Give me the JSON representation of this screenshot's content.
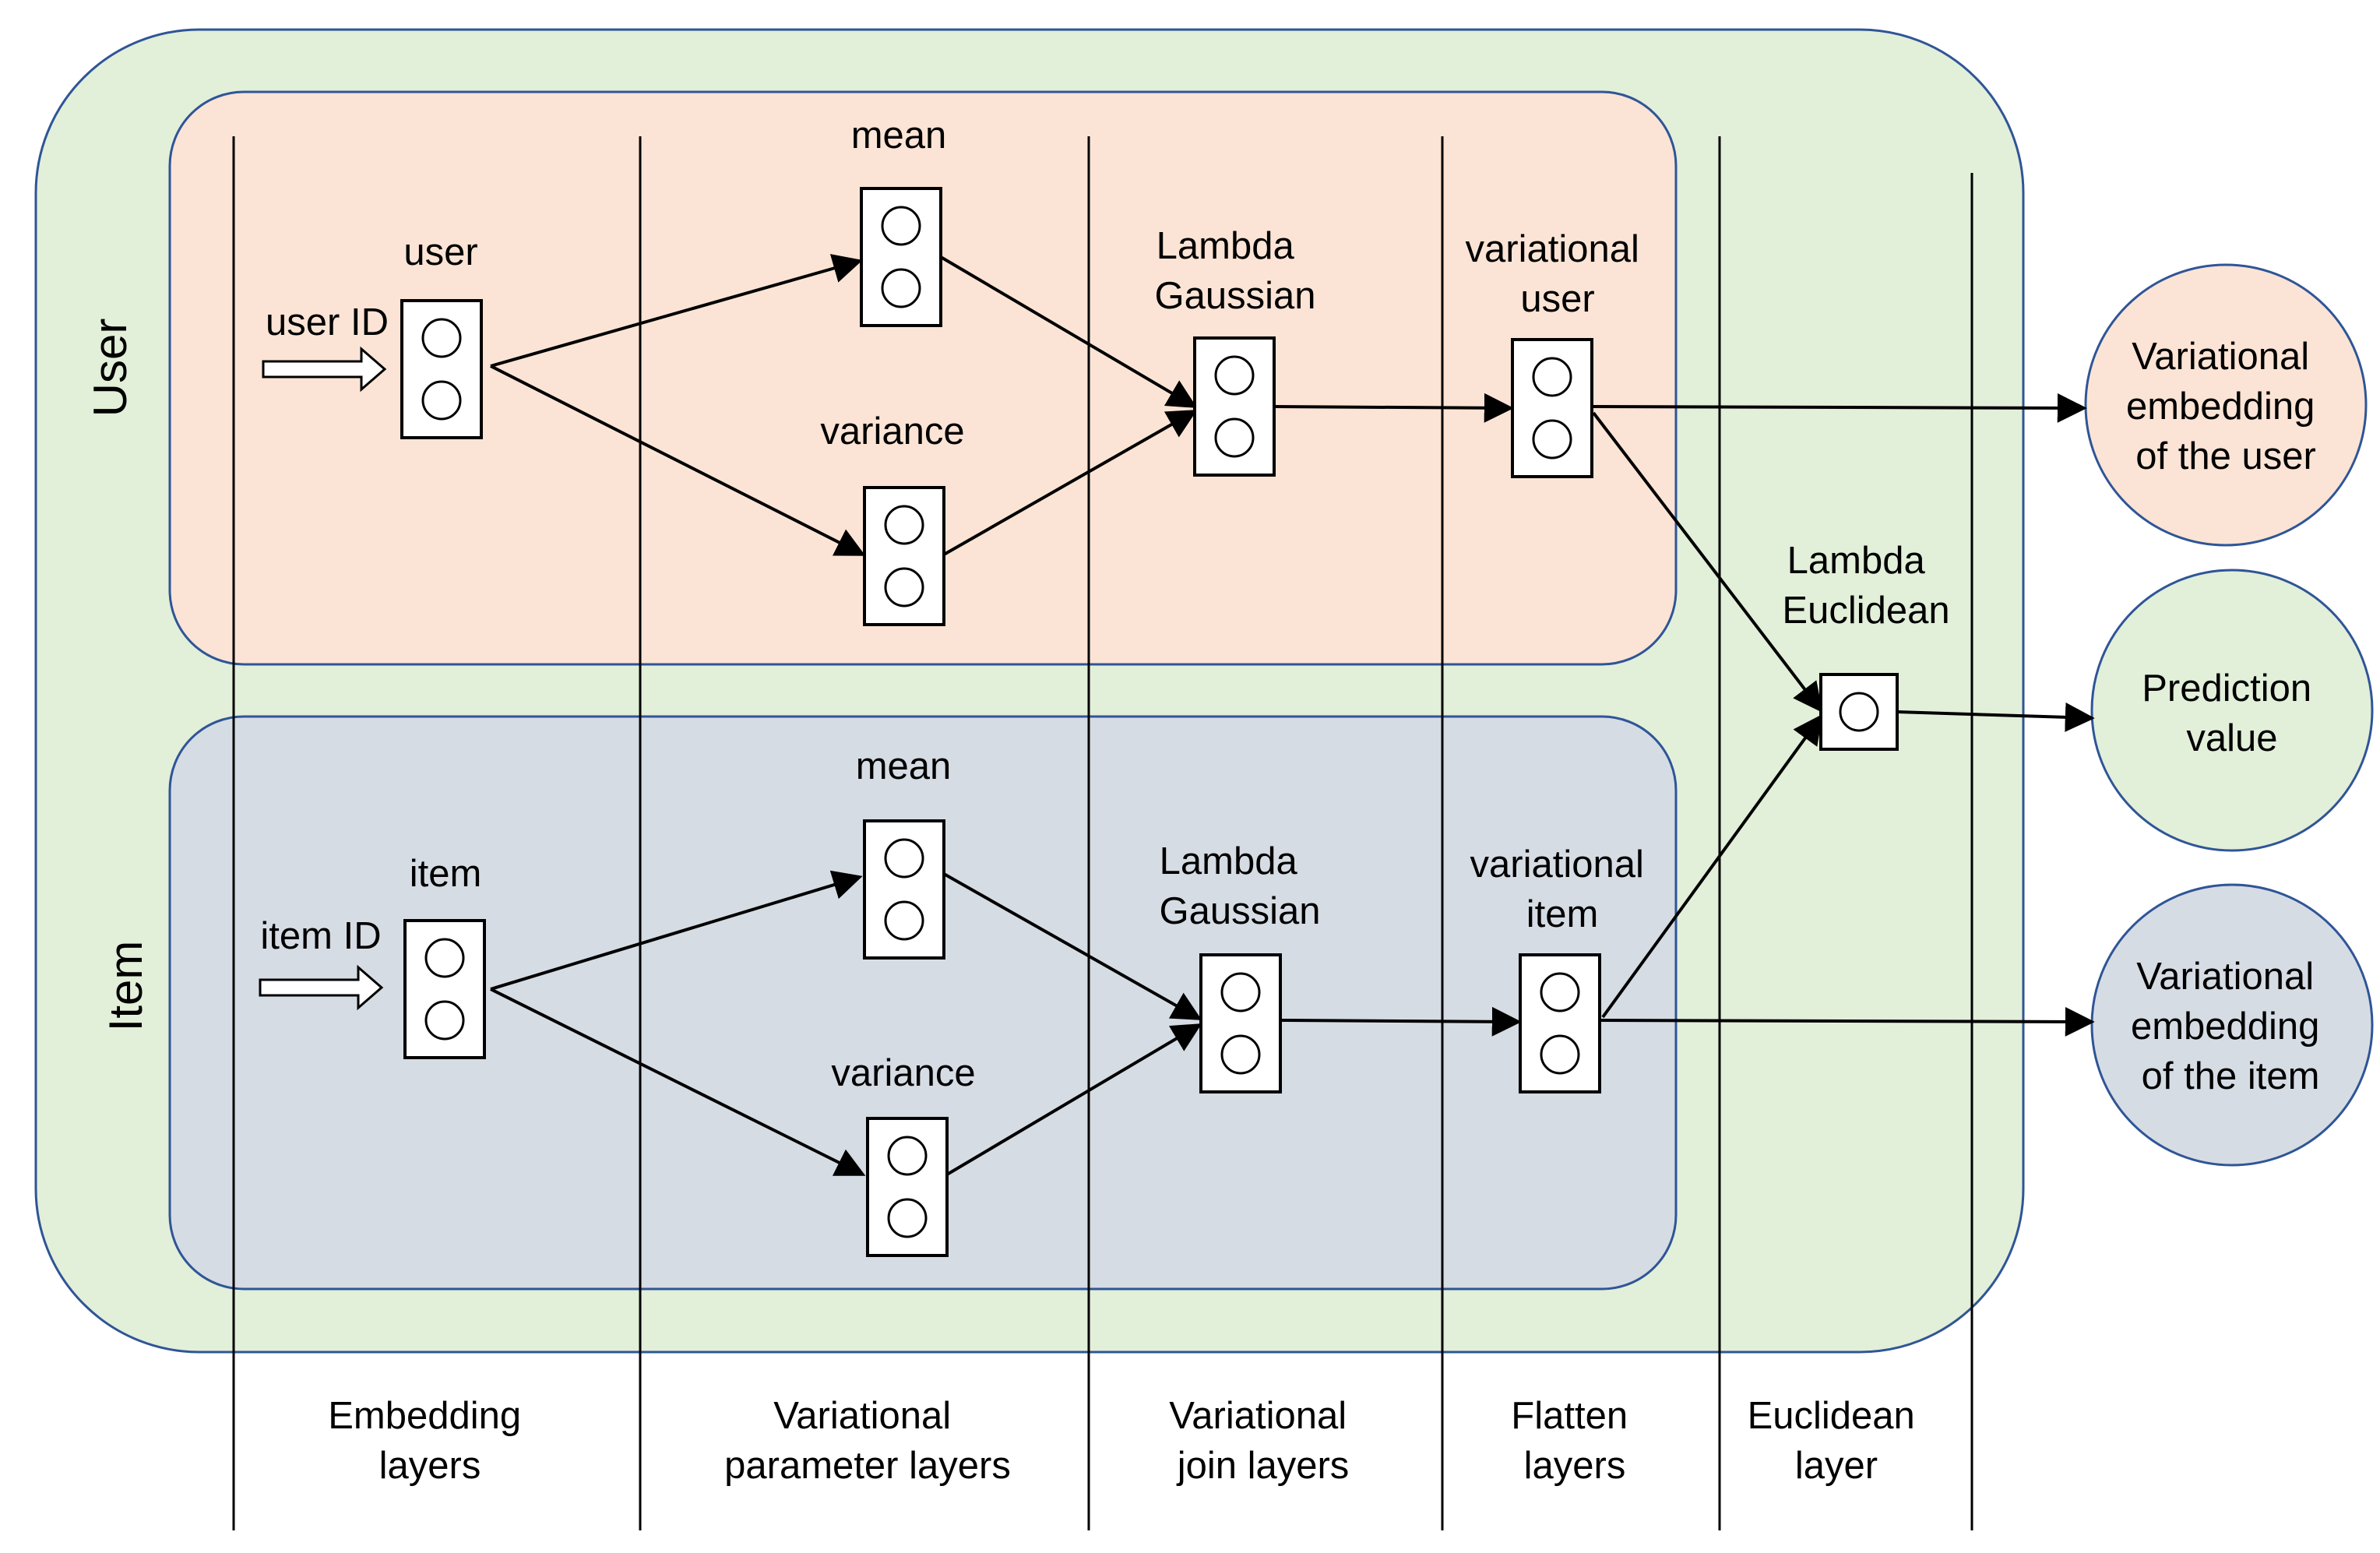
{
  "sections": {
    "user": "User",
    "item": "Item"
  },
  "user_branch": {
    "input": "user ID",
    "embedding": "user",
    "mean": "mean",
    "variance": "variance",
    "gaussian": [
      "Lambda",
      "Gaussian"
    ],
    "flatten": [
      "variational",
      "user"
    ]
  },
  "item_branch": {
    "input": "item ID",
    "embedding": "item",
    "mean": "mean",
    "variance": "variance",
    "gaussian": [
      "Lambda",
      "Gaussian"
    ],
    "flatten": [
      "variational",
      "item"
    ]
  },
  "euclidean_node": [
    "Lambda",
    "Euclidean"
  ],
  "outputs": {
    "user_embedding": [
      "Variational",
      "embedding",
      "of the user"
    ],
    "prediction": [
      "Prediction",
      "value"
    ],
    "item_embedding": [
      "Variational",
      "embedding",
      "of the item"
    ]
  },
  "layers": [
    [
      "Embedding",
      "layers"
    ],
    [
      "Variational",
      "parameter layers"
    ],
    [
      "Variational",
      "join layers"
    ],
    [
      "Flatten",
      "layers"
    ],
    [
      "Euclidean",
      "layer"
    ]
  ],
  "colors": {
    "outer_fill": "#e2efd9",
    "user_fill": "#fbe4d5",
    "item_fill": "#d6dce4",
    "border": "#2f5597",
    "line": "#000000"
  }
}
